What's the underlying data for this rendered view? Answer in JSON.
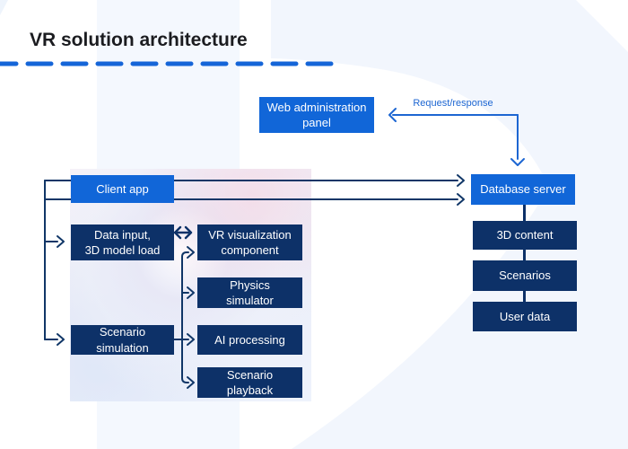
{
  "page": {
    "title": "VR solution architecture"
  },
  "colors": {
    "accent_blue": "#1166d8",
    "dark_navy": "#0d3168",
    "connector_navy": "#103667",
    "link_blue": "#1d66d2",
    "dash_blue": "#1565d8",
    "background_tint": "#f2f6fd"
  },
  "nodes": {
    "web_admin": {
      "label": "Web administration\npanel"
    },
    "client_app": {
      "label": "Client app"
    },
    "database_server": {
      "label": "Database server"
    },
    "data_input": {
      "label": "Data input,\n3D model load"
    },
    "vr_visualization": {
      "label": "VR visualization\ncomponent"
    },
    "physics_simulator": {
      "label": "Physics\nsimulator"
    },
    "ai_processing": {
      "label": "AI processing"
    },
    "scenario_simulation": {
      "label": "Scenario\nsimulation"
    },
    "scenario_playback": {
      "label": "Scenario\nplayback"
    },
    "content_3d": {
      "label": "3D content"
    },
    "scenarios": {
      "label": "Scenarios"
    },
    "user_data": {
      "label": "User data"
    }
  },
  "edges": {
    "request_response": {
      "label": "Request/response"
    }
  }
}
